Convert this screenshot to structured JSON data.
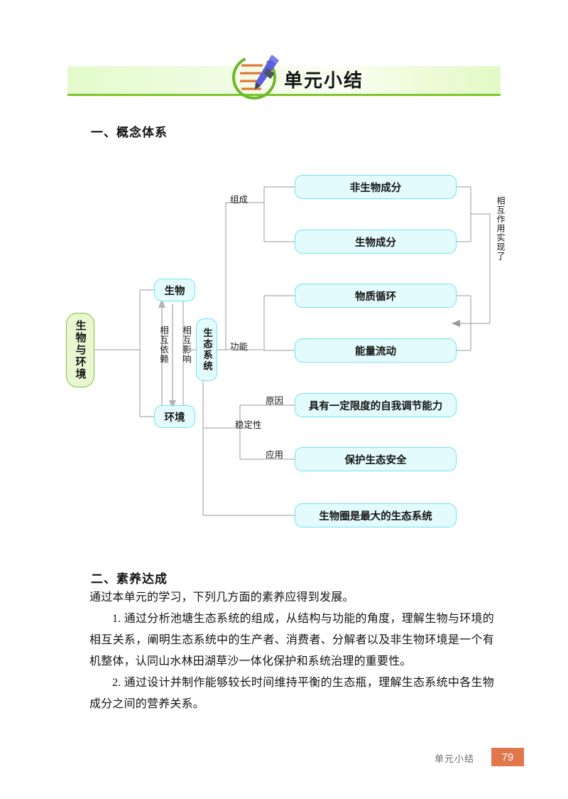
{
  "header": {
    "title": "单元小结",
    "icon": "notebook-pencil-icon",
    "banner_color": "#e3fbcb",
    "banner_border_color": "#7cc62b"
  },
  "sections": {
    "one": "一、概念体系",
    "two": "二、素养达成"
  },
  "diagram": {
    "root": "生物与环境",
    "nodes": {
      "organism": "生物",
      "environment": "环境",
      "ecosystem": "生态系统",
      "abiotic": "非生物成分",
      "biotic": "生物成分",
      "matter_cycle": "物质循环",
      "energy_flow": "能量流动",
      "self_regulation": "具有一定限度的自我调节能力",
      "protect_eco": "保护生态安全",
      "biosphere": "生物圈是最大的生态系统"
    },
    "edge_labels": {
      "mutual_dependence": "相互依赖",
      "mutual_influence": "相互影响",
      "composition": "组成",
      "function": "功能",
      "stability": "稳定性",
      "cause": "原因",
      "application": "应用",
      "interaction": "相互作用实现了"
    },
    "colors": {
      "node_fill": "#e3fbfd",
      "node_border": "#6fe3f0",
      "root_fill": "#e8f7cf",
      "root_border": "#7cc134",
      "connector": "#9a9a9a"
    }
  },
  "body": {
    "intro": "通过本单元的学习，下列几方面的素养应得到发展。",
    "item1": "1. 通过分析池塘生态系统的组成，从结构与功能的角度，理解生物与环境的相互关系，阐明生态系统中的生产者、消费者、分解者以及非生物环境是一个有机整体，认同山水林田湖草沙一体化保护和系统治理的重要性。",
    "item2": "2. 通过设计并制作能够较长时间维持平衡的生态瓶，理解生态系统中各生物成分之间的营养关系。"
  },
  "footer": {
    "label": "单元小结",
    "page": "79",
    "page_badge_color": "#e0784b"
  }
}
